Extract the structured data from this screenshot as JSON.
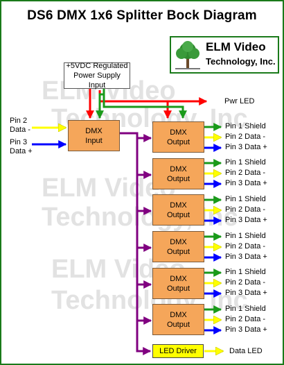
{
  "title": "DS6 DMX 1x6 Splitter Bock Diagram",
  "watermark": {
    "line1": "ELM Video",
    "line2": "Technology, Inc"
  },
  "logo": {
    "line1": "ELM Video",
    "line2": "Technology, Inc."
  },
  "power_supply": {
    "line1": "+5VDC Regulated",
    "line2": "Power Supply Input"
  },
  "pwr_led_label": "Pwr LED",
  "inputs": [
    {
      "line1": "Pin 2",
      "line2": "Data -",
      "color": "#ffff00"
    },
    {
      "line1": "Pin 3",
      "line2": "Data +",
      "color": "#0000ff"
    }
  ],
  "input_block": {
    "line1": "DMX",
    "line2": "Input"
  },
  "output_block": {
    "line1": "DMX",
    "line2": "Output"
  },
  "output_pins": [
    {
      "label": "Pin 1 Shield",
      "color": "#1a9a1a"
    },
    {
      "label": "Pin 2 Data -",
      "color": "#ffff00"
    },
    {
      "label": "Pin 3 Data +",
      "color": "#0000ff"
    }
  ],
  "led_driver": {
    "label": "LED Driver",
    "output_label": "Data LED"
  },
  "colors": {
    "power": "#ff0000",
    "ground": "#1a9a1a",
    "bus": "#800080",
    "frame": "#1a7a1a",
    "block": "#f5a65a"
  }
}
